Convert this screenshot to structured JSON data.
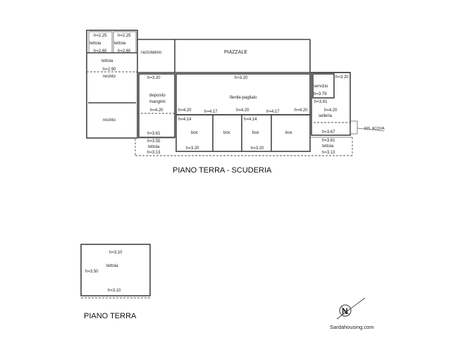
{
  "titles": {
    "scuderia": "PIANO TERRA - SCUDERIA",
    "piano_terra": "PIANO TERRA"
  },
  "watermark": "Sardahousing.com",
  "rooms": {
    "tettoia_a": "tettoia",
    "tettoia_b": "tettoia",
    "tettoia_c": "tettoia",
    "razzolatoio": "razzolatoio",
    "piazzale": "PIAZZALE",
    "recinto_1": "recinto",
    "recinto_2": "recinto",
    "deposito": "deposito",
    "mangimi": "mangimi",
    "tettoia_d": "tettoia",
    "fienile": "fienile-pagliaio",
    "box_1": "box",
    "box_2": "box",
    "box_3": "box",
    "box_4": "box",
    "servizio": "servizio",
    "selleria": "selleria",
    "tettoia_e": "tettoia",
    "ris_acqua": "RIS. ACQUA",
    "tettoia_f": "tettoia"
  },
  "heights": {
    "a1": "h=2.25",
    "a2": "h=2.25",
    "a3": "h=2.60",
    "a4": "h=2.60",
    "a5": "h=2.90",
    "dep1": "h=3.20",
    "dep2": "h=4.20",
    "dep3": "h=3.61",
    "tt1": "h=3.55",
    "tt2": "h=3.13",
    "fien": "h=3.20",
    "f1": "h=4.20",
    "f2": "h=4.17",
    "f3": "h=4.20",
    "f4": "h=4.17",
    "f5": "h=4.20",
    "b1": "h=4.14",
    "b2": "h=4.14",
    "b3": "h=3.20",
    "b4": "h=3.20",
    "sv1": "h=3.20",
    "sv2": "h=3.79",
    "sv3": "h=3.81",
    "se1": "h=4.20",
    "se2": "h=3.67",
    "te1": "h=3.61",
    "te2": "h=3.13",
    "p1": "h=3.10",
    "p2": "h=3.50",
    "p3": "h=3.10"
  }
}
